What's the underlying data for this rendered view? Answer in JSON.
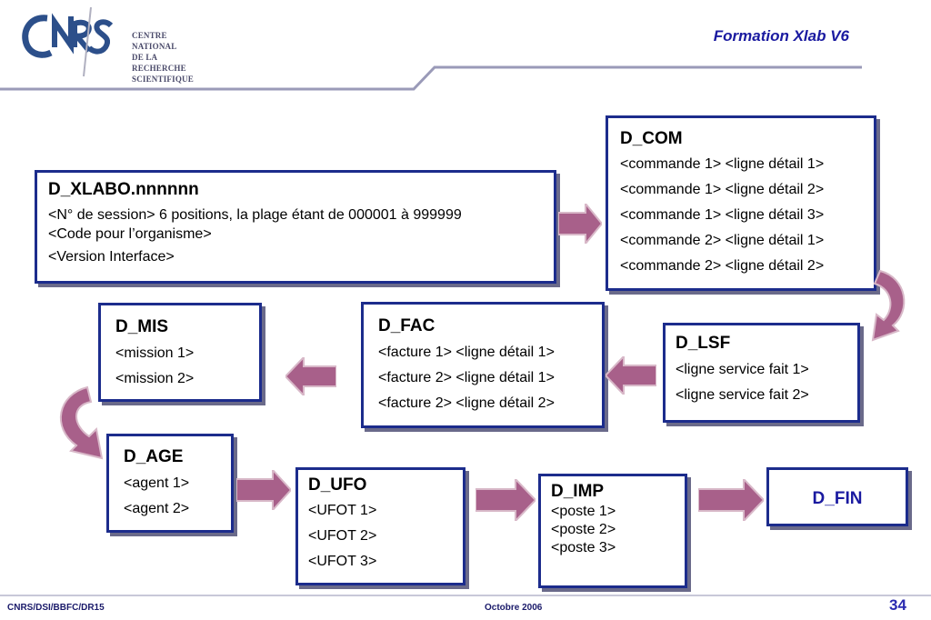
{
  "header": {
    "logo_lines": [
      "CENTRE NATIONAL",
      "DE LA RECHERCHE",
      "SCIENTIFIQUE"
    ],
    "logo_mark": "CNRS",
    "title": "Formation Xlab V6"
  },
  "boxes": {
    "xlabo": {
      "title": "D_XLABO.nnnnnn",
      "lines": [
        "<N° de session> 6 positions, la plage étant de 000001 à 999999",
        "<Code pour l’organisme>",
        "<Version Interface>"
      ]
    },
    "com": {
      "title": "D_COM",
      "lines": [
        "<commande 1> <ligne détail 1>",
        "<commande 1> <ligne détail 2>",
        "<commande 1> <ligne détail 3>",
        "<commande 2> <ligne détail 1>",
        "<commande 2> <ligne détail 2>"
      ]
    },
    "mis": {
      "title": "D_MIS",
      "lines": [
        "<mission 1>",
        "<mission 2>"
      ]
    },
    "fac": {
      "title": "D_FAC",
      "lines": [
        "<facture 1> <ligne détail 1>",
        "<facture 2> <ligne détail 1>",
        "<facture 2> <ligne détail 2>"
      ]
    },
    "lsf": {
      "title": "D_LSF",
      "lines": [
        "<ligne service fait 1>",
        "<ligne service fait 2>"
      ]
    },
    "age": {
      "title": "D_AGE",
      "lines": [
        "<agent 1>",
        "<agent 2>"
      ]
    },
    "ufo": {
      "title": "D_UFO",
      "lines": [
        "<UFOT 1>",
        "<UFOT 2>",
        "<UFOT 3>"
      ]
    },
    "imp": {
      "title": "D_IMP",
      "lines": [
        "<poste 1>",
        "<poste 2>",
        "<poste 3>"
      ]
    },
    "fin": {
      "title": "D_FIN"
    }
  },
  "colors": {
    "arrow": "#a8608a",
    "border": "#1c2c8c",
    "title_blue": "#1a1aa0"
  },
  "footer": {
    "left": "CNRS/DSI/BBFC/DR15",
    "center": "Octobre 2006",
    "page": "34"
  }
}
